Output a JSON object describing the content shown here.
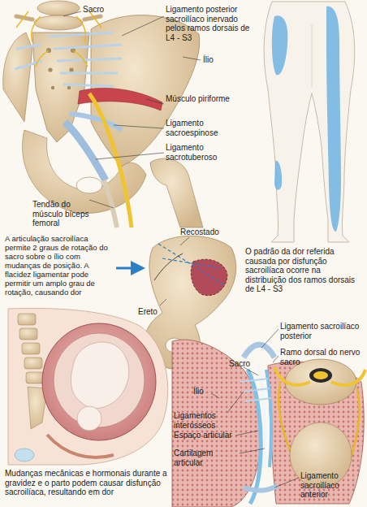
{
  "diagram": {
    "labels": [
      "Sacro",
      "Ligamento posterior sacroilíaco inervado pelos ramos dorsais de L4 - S3",
      "Ílio",
      "Músculo piriforme",
      "Ligamento sacroespinose",
      "Ligamento sacrotuberoso",
      "Tendão do músculo bíceps femoral",
      "A articulação sacroilíaca permite 2 graus de rotação do sacro sobre o ílio com mudanças de posição. A flacidez ligamentar pode permitir um amplo grau de rotação, causando dor",
      "Recostado",
      "Ereto",
      "O padrão da dor referida causada por disfunção sacroilíaca ocorre na distribuição dos ramos dorsais de L4 - S3",
      "Mudanças mecânicas e hormonais durante a gravidez e o parto podem causar disfunção sacroilíaca, resultando em dor",
      "Sacro",
      "Ligamento sacroilíaco posterior",
      "Ramo dorsal do nervo sacro",
      "Ílio",
      "Ligamentos interósseos",
      "Espaço articular",
      "Cartilagem articular",
      "Ligamento sacroilíaco anterior"
    ]
  }
}
